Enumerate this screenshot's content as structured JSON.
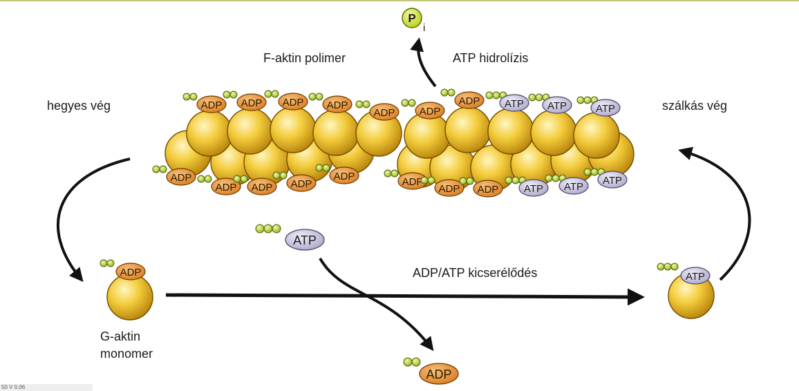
{
  "labels": {
    "f_actin_polymer": "F-aktin polimer",
    "atp_hydrolysis": "ATP hidrolízis",
    "pointed_end": "hegyes vég",
    "barbed_end": "szálkás vég",
    "exchange": "ADP/ATP kicserélődés",
    "g_actin_line1": "G-aktin",
    "g_actin_line2": "monomer"
  },
  "phosphate": {
    "symbol": "P",
    "subscript": "i"
  },
  "nucleotides": {
    "adp": "ADP",
    "atp": "ATP"
  },
  "filament": {
    "top_caps": [
      "ADP",
      "ADP",
      "ADP",
      "ADP",
      "ADP",
      "ADP",
      "ADP",
      "ATP",
      "ATP",
      "ATP"
    ],
    "bottom_caps": [
      "ADP",
      "ADP",
      "ADP",
      "ADP",
      "ADP",
      "ADP",
      "ADP",
      "ADP",
      "ATP",
      "ATP",
      "ATP"
    ]
  },
  "footer_tag": "50 V 0.06 ",
  "colors": {
    "actin_fill": "#e7b514",
    "actin_highlight": "#fff6c2",
    "adp_cap": "#e08a2c",
    "atp_cap": "#c9c3dd",
    "phosphate_bead": "#b8d43a",
    "arrow": "#111111"
  }
}
